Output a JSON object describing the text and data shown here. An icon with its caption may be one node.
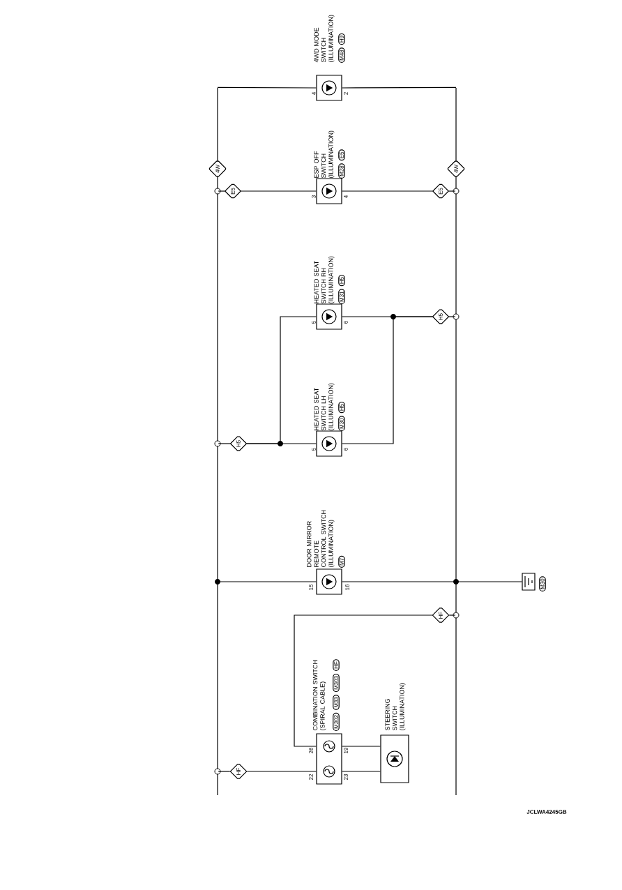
{
  "diagram": {
    "nodes": [
      {
        "text": [
          "4WD MODE SWITCH (ILLUMINATION)",
          "M48",
          "H9"
        ]
      },
      {
        "text": [
          "ESP OFF SWITCH (ILLUMINATION)",
          "M28",
          "E5"
        ]
      },
      {
        "text": [
          "HEATED SEAT SWITCH RH (ILLUMINATION)",
          "M31",
          "H5"
        ]
      },
      {
        "text": [
          "HEATED SEAT SWITCH LH (ILLUMINATION)",
          "M30",
          "H5"
        ]
      },
      {
        "text": [
          "DOOR MIRROR REMOTE CONTROL SWITCH (ILLUMINATION)",
          "M7"
        ]
      },
      {
        "text": [
          "COMBINATION SWITCH (SPIRAL CABLE)",
          "M302",
          "M33",
          "M303",
          "HF"
        ]
      },
      {
        "text": [
          "STEERING SWITCH (ILLUMINATION)"
        ]
      },
      {
        "text": [],
        "shape": "ground",
        "beside": [
          "M30"
        ]
      },
      {
        "text": [
          "E5"
        ]
      },
      {
        "text": [
          "E5"
        ]
      },
      {
        "text": [
          "H5"
        ]
      },
      {
        "text": [
          "H5"
        ]
      },
      {
        "text": [
          "HF"
        ]
      },
      {
        "text": [
          "HF"
        ]
      },
      {
        "text": [
          "4W"
        ]
      },
      {
        "text": [
          "4W"
        ]
      }
    ],
    "edges": [
      {
        "from": 14,
        "to": 0,
        "arrow": "none"
      },
      {
        "from": 0,
        "to": 15,
        "arrow": "none"
      },
      {
        "from": 14,
        "to": 8,
        "arrow": "none"
      },
      {
        "from": 8,
        "to": 1,
        "arrow": "none"
      },
      {
        "from": 1,
        "to": 9,
        "arrow": "none"
      },
      {
        "from": 9,
        "to": 15,
        "arrow": "none"
      },
      {
        "from": 14,
        "to": 10,
        "arrow": "none"
      },
      {
        "from": 10,
        "to": 3,
        "arrow": "none"
      },
      {
        "from": 10,
        "to": 2,
        "arrow": "none"
      },
      {
        "from": 3,
        "to": 11,
        "arrow": "none"
      },
      {
        "from": 2,
        "to": 11,
        "arrow": "none"
      },
      {
        "from": 11,
        "to": 15,
        "arrow": "none"
      },
      {
        "from": 14,
        "to": 4,
        "arrow": "none"
      },
      {
        "from": 4,
        "to": 15,
        "arrow": "none"
      },
      {
        "from": 15,
        "to": 7,
        "arrow": "none"
      },
      {
        "from": 15,
        "to": 12,
        "arrow": "none"
      },
      {
        "from": 12,
        "to": 5,
        "arrow": "none"
      },
      {
        "from": 5,
        "to": 6,
        "arrow": "none"
      },
      {
        "from": 5,
        "to": 6,
        "arrow": "none"
      },
      {
        "from": 14,
        "to": 13,
        "arrow": "none"
      },
      {
        "from": 13,
        "to": 5,
        "arrow": "none"
      }
    ],
    "labels": [
      "4",
      "2",
      "3",
      "4",
      "5",
      "6",
      "5",
      "6",
      "15",
      "16",
      "26",
      "19",
      "22",
      "23",
      "JCLWA4245GB"
    ]
  }
}
